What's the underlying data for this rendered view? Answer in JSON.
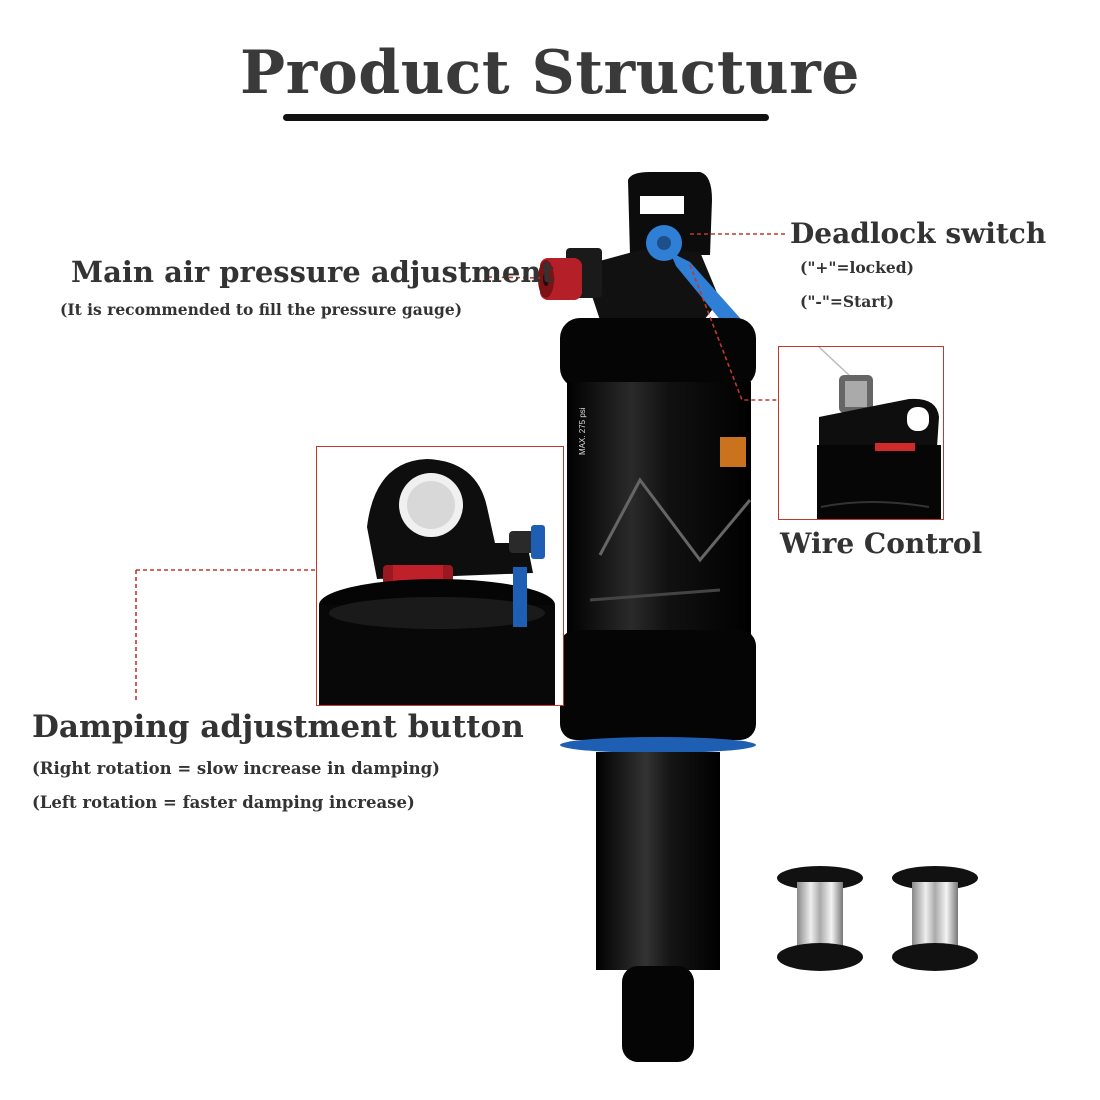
{
  "title": "Product Structure",
  "callouts": {
    "main_air": {
      "label": "Main air pressure adjustment",
      "note": "(It is recommended to fill the pressure gauge)"
    },
    "deadlock": {
      "label": "Deadlock switch",
      "note_locked": "(\"+\"=locked)",
      "note_start": "(\"-\"=Start)"
    },
    "wire": {
      "label": "Wire Control"
    },
    "damping": {
      "label": "Damping adjustment button",
      "note_right": "(Right rotation = slow increase in damping)",
      "note_left": "(Left rotation = faster damping increase)"
    }
  },
  "shock_decal": {
    "pressure_text": "MAX. 275 psi"
  },
  "colors": {
    "title": "#3a3a3a",
    "leader_line": "#c0392b",
    "inset_border": "#c0392b",
    "shock_body": "#0a0a0a",
    "lever_blue": "#2f7fd6",
    "valve_red": "#c0202a",
    "seal_blue": "#1e5fb3"
  }
}
